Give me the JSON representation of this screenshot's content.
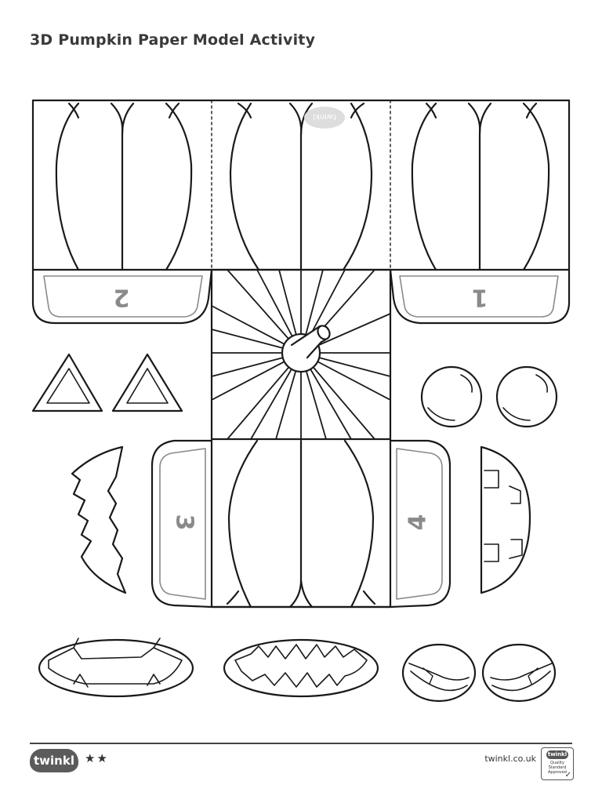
{
  "document": {
    "title": "3D Pumpkin Paper Model Activity",
    "tab_numbers": {
      "tab1": "1",
      "tab2": "2",
      "tab3": "3",
      "tab4": "4"
    },
    "watermark": "twinkl"
  },
  "footer": {
    "logo_text": "twinkl",
    "stars": "★★",
    "website": "twinkl.co.uk",
    "badge_logo": "twinkl",
    "badge_caption": "Quality Standard Approved"
  },
  "colors": {
    "outline": "#1a1a1a",
    "tab_inner": "#8a8a8a",
    "watermark": "#dddddd",
    "footer_logo": "#5b5b5b"
  }
}
